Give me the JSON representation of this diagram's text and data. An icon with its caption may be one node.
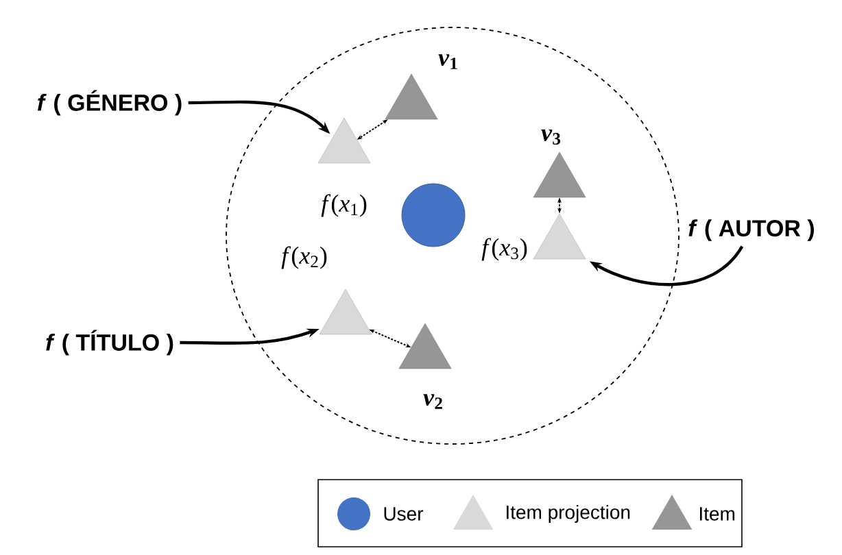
{
  "diagram": {
    "nodes": [
      {
        "text": [
          "*f* ( GÉNERO )"
        ]
      },
      {
        "text": [
          "*f* ( TÍTULO )"
        ]
      },
      {
        "text": [
          "*f* ( AUTOR )"
        ]
      },
      {
        "text": [],
        "shape": "triangle",
        "beside": [
          "*f*(*x*$_{1}$)"
        ]
      },
      {
        "text": [],
        "shape": "triangle",
        "beside": [
          "*v*$_{1}$"
        ]
      },
      {
        "text": [],
        "shape": "circle"
      },
      {
        "text": [],
        "shape": "triangle",
        "beside": [
          "*f*(*x*$_{2}$)"
        ]
      },
      {
        "text": [],
        "shape": "triangle",
        "beside": [
          "*v*$_{2}$"
        ]
      },
      {
        "text": [],
        "shape": "triangle",
        "beside": [
          "*v*$_{3}$"
        ]
      },
      {
        "text": [],
        "shape": "triangle",
        "beside": [
          "*f*(*x*$_{3}$)"
        ]
      }
    ],
    "edges": [
      {
        "from": 0,
        "to": 3,
        "arrow": "to"
      },
      {
        "from": 4,
        "to": 3,
        "arrow": "both",
        "style": "dashed"
      },
      {
        "from": 1,
        "to": 6,
        "arrow": "to"
      },
      {
        "from": 6,
        "to": 7,
        "arrow": "both",
        "style": "dashed"
      },
      {
        "from": 8,
        "to": 9,
        "arrow": "both",
        "style": "dashed"
      },
      {
        "from": 2,
        "to": 9,
        "arrow": "to"
      }
    ],
    "legend": [
      {
        "text": "User",
        "color": "#4472c4"
      },
      {
        "text": "Item projection"
      },
      {
        "text": "Item"
      }
    ]
  }
}
